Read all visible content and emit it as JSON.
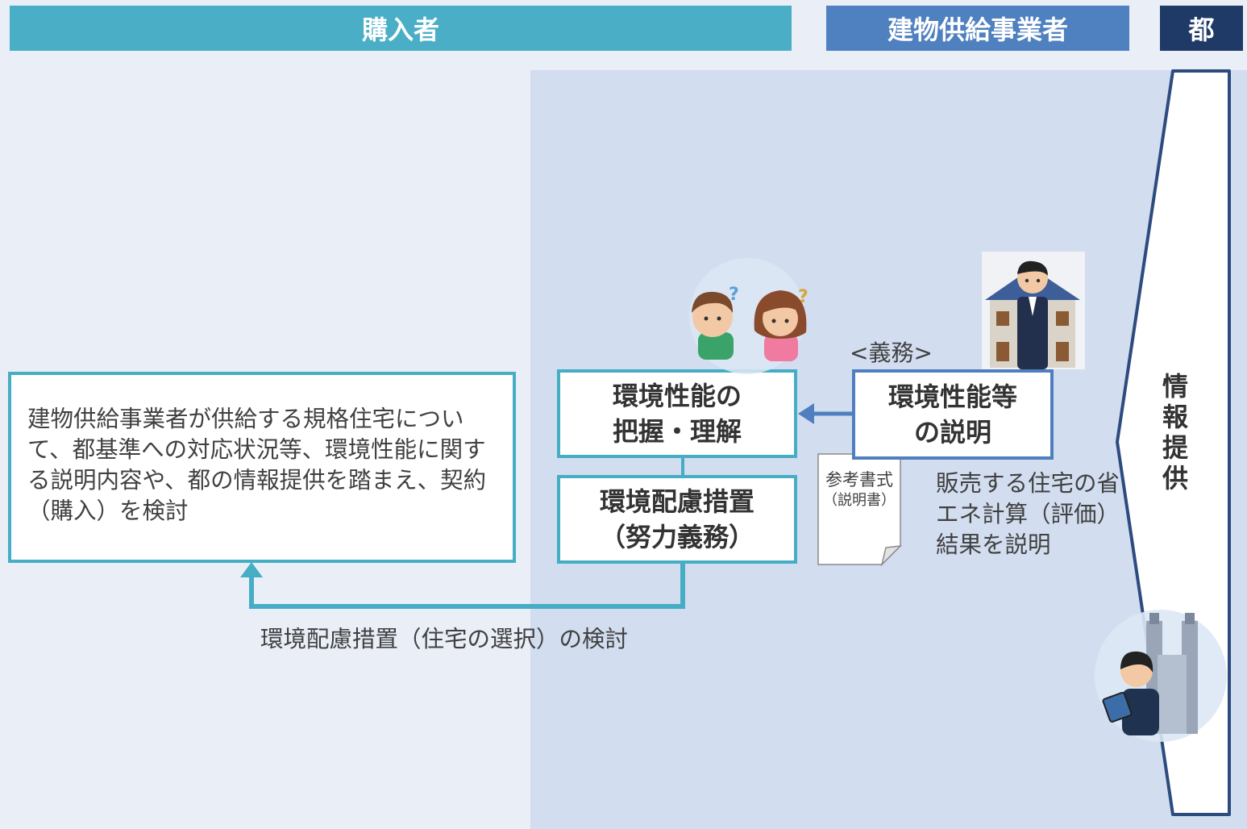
{
  "headers": {
    "buyer": "購入者",
    "supplier": "建物供給事業者",
    "metro": "都"
  },
  "colors": {
    "buyer_header": "#4aaec6",
    "supplier_header": "#4f80c0",
    "metro_header": "#1f3a66",
    "panel": "#d2ddef",
    "background": "#e9eef7"
  },
  "buyer_box": {
    "text": "建物供給事業者が供給する規格住宅について、都基準への対応状況等、環境性能に関する説明内容や、都の情報提供を踏まえ、契約（購入）を検討"
  },
  "understand_box": {
    "line1": "環境性能の",
    "line2": "把握・理解"
  },
  "effort_box": {
    "line1": "環境配慮措置",
    "line2": "（努力義務）"
  },
  "duty_label": "<義務>",
  "explain_box": {
    "line1": "環境性能等",
    "line2": "の説明"
  },
  "reference_doc": {
    "line1": "参考書式",
    "line2": "（説明書）"
  },
  "sales_text": "販売する住宅の省エネ計算（評価）結果を説明",
  "bottom_label": "環境配慮措置（住宅の選択）の検討",
  "info_arrow": {
    "chars": [
      "情",
      "報",
      "提",
      "供"
    ]
  },
  "icons": {
    "couple": "confused-couple-icon",
    "salesman": "salesman-house-icon",
    "official": "official-tablet-building-icon"
  }
}
